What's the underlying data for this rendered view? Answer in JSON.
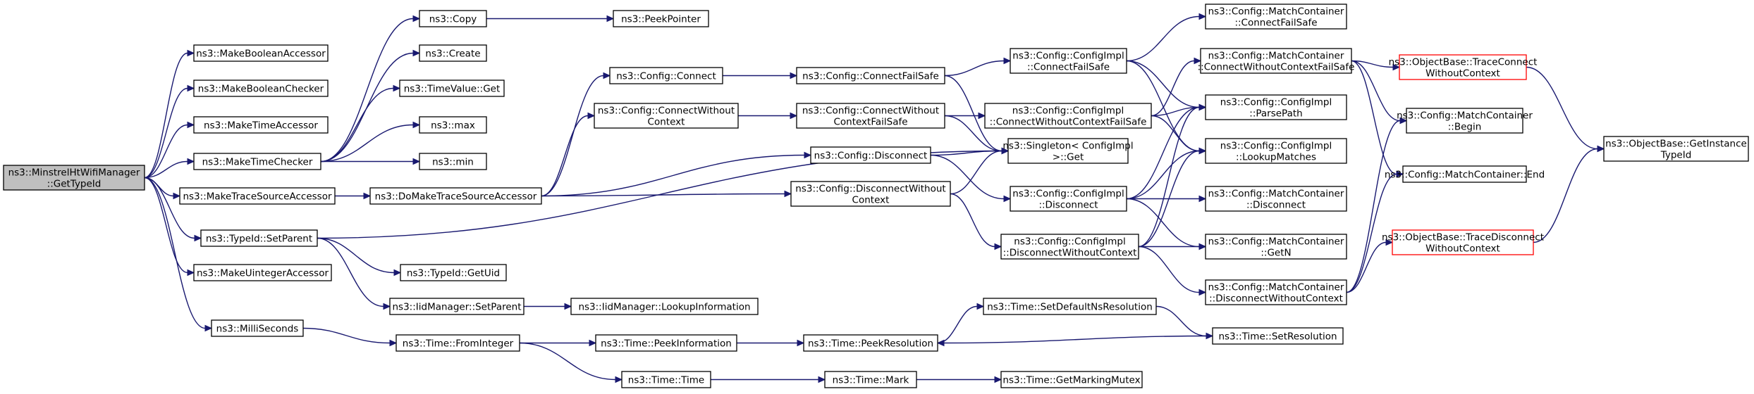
{
  "diagram": {
    "title": "",
    "nodes": [
      {
        "id": "root",
        "lines": [
          "ns3::MinstrelHtWifiManager",
          "::GetTypeId"
        ],
        "style": "root"
      },
      {
        "id": "mba",
        "lines": [
          "ns3::MakeBooleanAccessor"
        ],
        "style": "normal"
      },
      {
        "id": "mbc",
        "lines": [
          "ns3::MakeBooleanChecker"
        ],
        "style": "normal"
      },
      {
        "id": "mta",
        "lines": [
          "ns3::MakeTimeAccessor"
        ],
        "style": "normal"
      },
      {
        "id": "mtc",
        "lines": [
          "ns3::MakeTimeChecker"
        ],
        "style": "normal"
      },
      {
        "id": "mtsa",
        "lines": [
          "ns3::MakeTraceSourceAccessor"
        ],
        "style": "normal"
      },
      {
        "id": "tsp",
        "lines": [
          "ns3::TypeId::SetParent"
        ],
        "style": "normal"
      },
      {
        "id": "mua",
        "lines": [
          "ns3::MakeUintegerAccessor"
        ],
        "style": "normal"
      },
      {
        "id": "ms",
        "lines": [
          "ns3::MilliSeconds"
        ],
        "style": "normal"
      },
      {
        "id": "copy",
        "lines": [
          "ns3::Copy"
        ],
        "style": "normal"
      },
      {
        "id": "create",
        "lines": [
          "ns3::Create"
        ],
        "style": "normal"
      },
      {
        "id": "tvget",
        "lines": [
          "ns3::TimeValue::Get"
        ],
        "style": "normal"
      },
      {
        "id": "max",
        "lines": [
          "ns3::max"
        ],
        "style": "normal"
      },
      {
        "id": "min",
        "lines": [
          "ns3::min"
        ],
        "style": "normal"
      },
      {
        "id": "peekptr",
        "lines": [
          "ns3::PeekPointer"
        ],
        "style": "normal"
      },
      {
        "id": "dmtsa",
        "lines": [
          "ns3::DoMakeTraceSourceAccessor"
        ],
        "style": "normal"
      },
      {
        "id": "getuid",
        "lines": [
          "ns3::TypeId::GetUid"
        ],
        "style": "normal"
      },
      {
        "id": "iidsp",
        "lines": [
          "ns3::IidManager::SetParent"
        ],
        "style": "normal"
      },
      {
        "id": "iidlookup",
        "lines": [
          "ns3::IidManager::LookupInformation"
        ],
        "style": "normal"
      },
      {
        "id": "fromint",
        "lines": [
          "ns3::Time::FromInteger"
        ],
        "style": "normal"
      },
      {
        "id": "peekinfo",
        "lines": [
          "ns3::Time::PeekInformation"
        ],
        "style": "normal"
      },
      {
        "id": "ttime",
        "lines": [
          "ns3::Time::Time"
        ],
        "style": "normal"
      },
      {
        "id": "peekres",
        "lines": [
          "ns3::Time::PeekResolution"
        ],
        "style": "normal"
      },
      {
        "id": "mark",
        "lines": [
          "ns3::Time::Mark"
        ],
        "style": "normal"
      },
      {
        "id": "setdef",
        "lines": [
          "ns3::Time::SetDefaultNsResolution"
        ],
        "style": "normal"
      },
      {
        "id": "setres",
        "lines": [
          "ns3::Time::SetResolution"
        ],
        "style": "normal"
      },
      {
        "id": "gmm",
        "lines": [
          "ns3::Time::GetMarkingMutex"
        ],
        "style": "normal"
      },
      {
        "id": "cconnect",
        "lines": [
          "ns3::Config::Connect"
        ],
        "style": "normal"
      },
      {
        "id": "cconnwo",
        "lines": [
          "ns3::Config::ConnectWithout",
          "Context"
        ],
        "style": "normal"
      },
      {
        "id": "cdisc",
        "lines": [
          "ns3::Config::Disconnect"
        ],
        "style": "normal"
      },
      {
        "id": "cdiscwo",
        "lines": [
          "ns3::Config::DisconnectWithout",
          "Context"
        ],
        "style": "normal"
      },
      {
        "id": "ccfs",
        "lines": [
          "ns3::Config::ConnectFailSafe"
        ],
        "style": "normal"
      },
      {
        "id": "ccwocfs",
        "lines": [
          "ns3::Config::ConnectWithout",
          "ContextFailSafe"
        ],
        "style": "normal"
      },
      {
        "id": "cicfs",
        "lines": [
          "ns3::Config::ConfigImpl",
          "::ConnectFailSafe"
        ],
        "style": "normal"
      },
      {
        "id": "cicwocfs",
        "lines": [
          "ns3::Config::ConfigImpl",
          "::ConnectWithoutContextFailSafe"
        ],
        "style": "normal"
      },
      {
        "id": "singleton",
        "lines": [
          "ns3::Singleton< ConfigImpl",
          ">::Get"
        ],
        "style": "normal"
      },
      {
        "id": "cidisc",
        "lines": [
          "ns3::Config::ConfigImpl",
          "::Disconnect"
        ],
        "style": "normal"
      },
      {
        "id": "cidiscwo",
        "lines": [
          "ns3::Config::ConfigImpl",
          "::DisconnectWithoutContext"
        ],
        "style": "normal"
      },
      {
        "id": "mccfs",
        "lines": [
          "ns3::Config::MatchContainer",
          "::ConnectFailSafe"
        ],
        "style": "normal"
      },
      {
        "id": "mccwocfs",
        "lines": [
          "ns3::Config::MatchContainer",
          "::ConnectWithoutContextFailSafe"
        ],
        "style": "normal"
      },
      {
        "id": "parsepath",
        "lines": [
          "ns3::Config::ConfigImpl",
          "::ParsePath"
        ],
        "style": "normal"
      },
      {
        "id": "lookupm",
        "lines": [
          "ns3::Config::ConfigImpl",
          "::LookupMatches"
        ],
        "style": "normal"
      },
      {
        "id": "mcdisc",
        "lines": [
          "ns3::Config::MatchContainer",
          "::Disconnect"
        ],
        "style": "normal"
      },
      {
        "id": "mcgetn",
        "lines": [
          "ns3::Config::MatchContainer",
          "::GetN"
        ],
        "style": "normal"
      },
      {
        "id": "mcdiscwo",
        "lines": [
          "ns3::Config::MatchContainer",
          "::DisconnectWithoutContext"
        ],
        "style": "normal"
      },
      {
        "id": "obtcwo",
        "lines": [
          "ns3::ObjectBase::TraceConnect",
          "WithoutContext"
        ],
        "style": "missing"
      },
      {
        "id": "mcbegin",
        "lines": [
          "ns3::Config::MatchContainer",
          "::Begin"
        ],
        "style": "normal"
      },
      {
        "id": "mcend",
        "lines": [
          "ns3::Config::MatchContainer::End"
        ],
        "style": "normal"
      },
      {
        "id": "obtdwo",
        "lines": [
          "ns3::ObjectBase::TraceDisconnect",
          "WithoutContext"
        ],
        "style": "missing"
      },
      {
        "id": "obgit",
        "lines": [
          "ns3::ObjectBase::GetInstance",
          "TypeId"
        ],
        "style": "normal"
      }
    ],
    "edges": [
      [
        "root",
        "mba"
      ],
      [
        "root",
        "mbc"
      ],
      [
        "root",
        "mta"
      ],
      [
        "root",
        "mtc"
      ],
      [
        "root",
        "mtsa"
      ],
      [
        "root",
        "tsp"
      ],
      [
        "root",
        "mua"
      ],
      [
        "root",
        "ms"
      ],
      [
        "mtc",
        "copy"
      ],
      [
        "mtc",
        "create"
      ],
      [
        "mtc",
        "tvget"
      ],
      [
        "mtc",
        "max"
      ],
      [
        "mtc",
        "min"
      ],
      [
        "copy",
        "peekptr"
      ],
      [
        "mtsa",
        "dmtsa"
      ],
      [
        "dmtsa",
        "cconnect"
      ],
      [
        "dmtsa",
        "cconnwo"
      ],
      [
        "dmtsa",
        "cdisc"
      ],
      [
        "dmtsa",
        "cdiscwo"
      ],
      [
        "tsp",
        "singleton"
      ],
      [
        "tsp",
        "getuid"
      ],
      [
        "tsp",
        "iidsp"
      ],
      [
        "iidsp",
        "iidlookup"
      ],
      [
        "ms",
        "fromint"
      ],
      [
        "fromint",
        "peekinfo"
      ],
      [
        "fromint",
        "ttime"
      ],
      [
        "peekinfo",
        "peekres"
      ],
      [
        "ttime",
        "mark"
      ],
      [
        "peekres",
        "setdef"
      ],
      [
        "setdef",
        "setres"
      ],
      [
        "setres",
        "peekres"
      ],
      [
        "mark",
        "gmm"
      ],
      [
        "cconnect",
        "ccfs"
      ],
      [
        "ccfs",
        "cicfs"
      ],
      [
        "ccfs",
        "singleton"
      ],
      [
        "cconnwo",
        "ccwocfs"
      ],
      [
        "ccwocfs",
        "cicwocfs"
      ],
      [
        "ccwocfs",
        "singleton"
      ],
      [
        "cdisc",
        "singleton"
      ],
      [
        "cdisc",
        "cidisc"
      ],
      [
        "cdiscwo",
        "singleton"
      ],
      [
        "cdiscwo",
        "cidiscwo"
      ],
      [
        "cicfs",
        "mccfs"
      ],
      [
        "cicfs",
        "parsepath"
      ],
      [
        "cicfs",
        "lookupm"
      ],
      [
        "cicwocfs",
        "mccwocfs"
      ],
      [
        "cicwocfs",
        "parsepath"
      ],
      [
        "cicwocfs",
        "lookupm"
      ],
      [
        "cidisc",
        "parsepath"
      ],
      [
        "cidisc",
        "lookupm"
      ],
      [
        "cidisc",
        "mcdisc"
      ],
      [
        "cidisc",
        "mcgetn"
      ],
      [
        "cidiscwo",
        "parsepath"
      ],
      [
        "cidiscwo",
        "lookupm"
      ],
      [
        "cidiscwo",
        "mcgetn"
      ],
      [
        "cidiscwo",
        "mcdiscwo"
      ],
      [
        "mccwocfs",
        "obtcwo"
      ],
      [
        "mccwocfs",
        "mcbegin"
      ],
      [
        "mccwocfs",
        "mcend"
      ],
      [
        "mcdiscwo",
        "mcbegin"
      ],
      [
        "mcdiscwo",
        "mcend"
      ],
      [
        "mcdiscwo",
        "obtdwo"
      ],
      [
        "obtcwo",
        "obgit"
      ],
      [
        "obtdwo",
        "obgit"
      ]
    ]
  }
}
